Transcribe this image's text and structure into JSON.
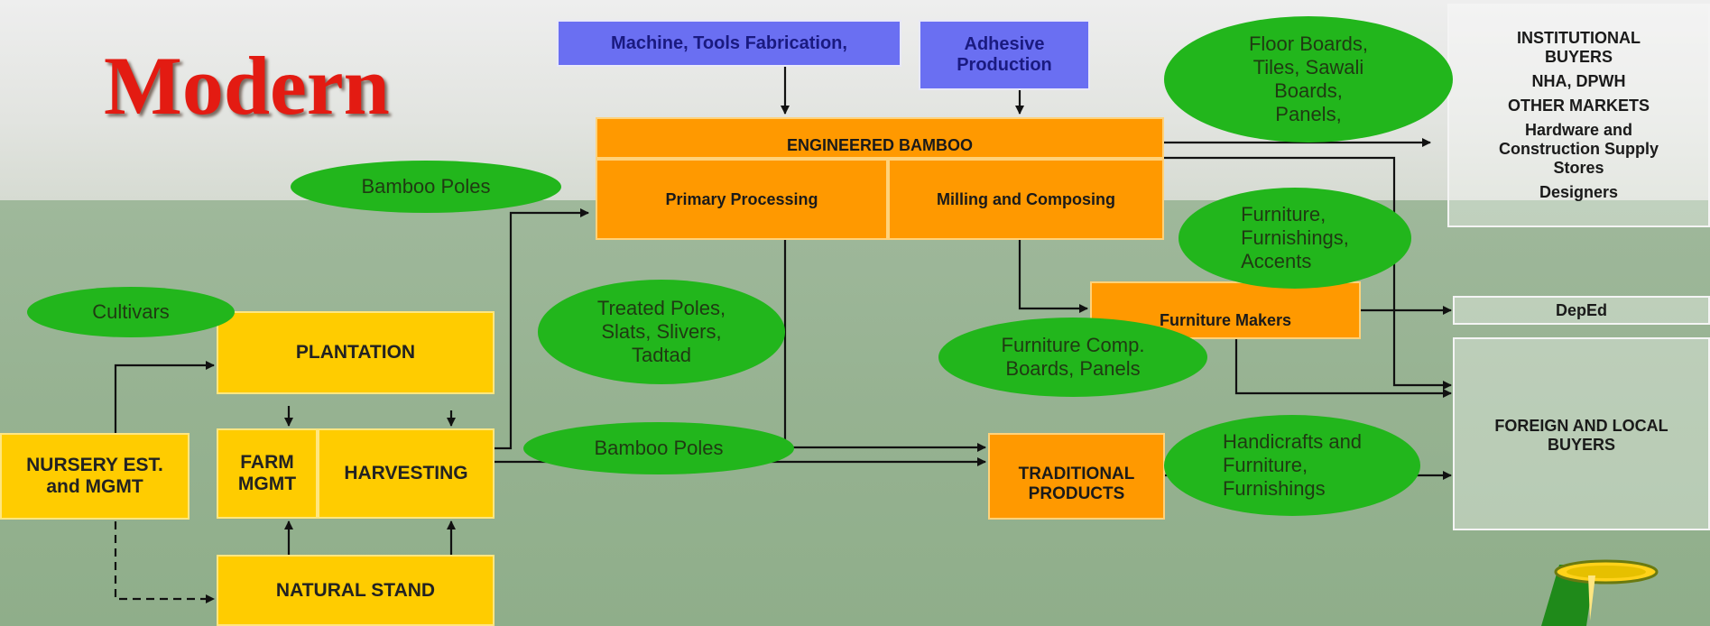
{
  "title": "Modern",
  "boxes": {
    "machine_tools": "Machine, Tools Fabrication,",
    "adhesive": "Adhesive\nProduction",
    "engineered_bamboo": "ENGINEERED BAMBOO",
    "primary_processing": "Primary Processing",
    "milling_composing": "Milling and Composing",
    "furniture_makers": "Furniture Makers",
    "traditional_products": "TRADITIONAL\nPRODUCTS",
    "plantation": "PLANTATION",
    "nursery": "NURSERY EST.\nand MGMT",
    "farm_mgmt": "FARM\nMGMT",
    "harvesting": "HARVESTING",
    "natural_stand": "NATURAL STAND"
  },
  "buyers": {
    "institutional": [
      "INSTITUTIONAL BUYERS",
      "NHA, DPWH",
      "OTHER MARKETS",
      "Hardware and Construction Supply Stores",
      "Designers"
    ],
    "deped": "DepEd",
    "foreign_local": "FOREIGN AND LOCAL\nBUYERS"
  },
  "ellipses": {
    "floor_boards": "Floor Boards,\nTiles, Sawali\nBoards,\nPanels,",
    "bamboo_poles_top": "Bamboo Poles",
    "cultivars": "Cultivars",
    "treated_poles": "Treated Poles,\nSlats, Slivers,\nTadtad",
    "furniture": "Furniture,\nFurnishings,\nAccents",
    "furniture_comp": "Furniture Comp.\nBoards, Panels",
    "bamboo_poles_bottom": "Bamboo Poles",
    "handicrafts": "Handicrafts and\nFurniture,\nFurnishings"
  },
  "colors": {
    "title_red": "#e31b12",
    "orange": "#ff9900",
    "yellow": "#ffcc00",
    "green": "#22b61c",
    "blue": "#6a6ff2"
  }
}
